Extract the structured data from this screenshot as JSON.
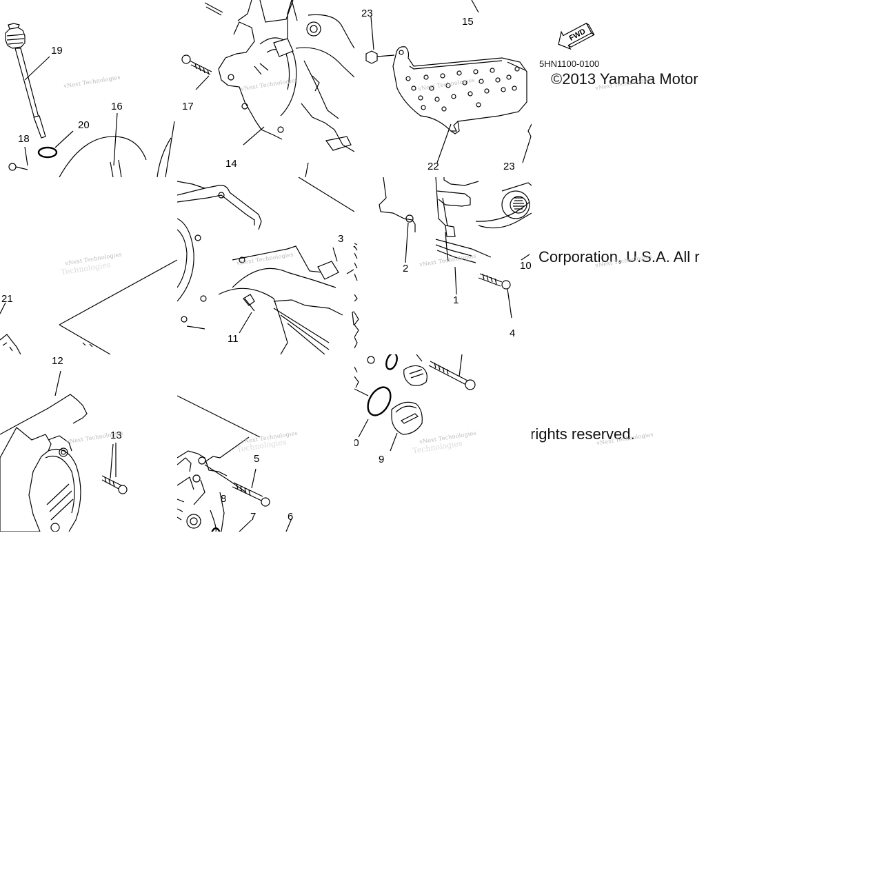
{
  "diagram": {
    "fwd_label": "FWD",
    "part_code": "5HN1100-0100",
    "copyright_line1": "©2013 Yamaha Motor",
    "copyright_line2": "Corporation, U.S.A. All r",
    "copyright_line3": "rights reserved.",
    "watermark_line1": "vNext Technologies",
    "watermark_line2": "Technologies"
  },
  "callouts": {
    "c1": "1",
    "c2": "2",
    "c3": "3",
    "c4": "4",
    "c5": "5",
    "c6": "6",
    "c7": "7",
    "c8": "8",
    "c9": "9",
    "c10": "10",
    "c11": "11",
    "c12": "12",
    "c13": "13",
    "c14": "14",
    "c15": "15",
    "c16": "16",
    "c17": "17",
    "c18": "18",
    "c19": "19",
    "c20": "20",
    "c21": "21",
    "c22": "22",
    "c23a": "23",
    "c23b": "23"
  },
  "colors": {
    "line": "#000000",
    "watermark": "#b9b9b9",
    "background": "#ffffff"
  }
}
